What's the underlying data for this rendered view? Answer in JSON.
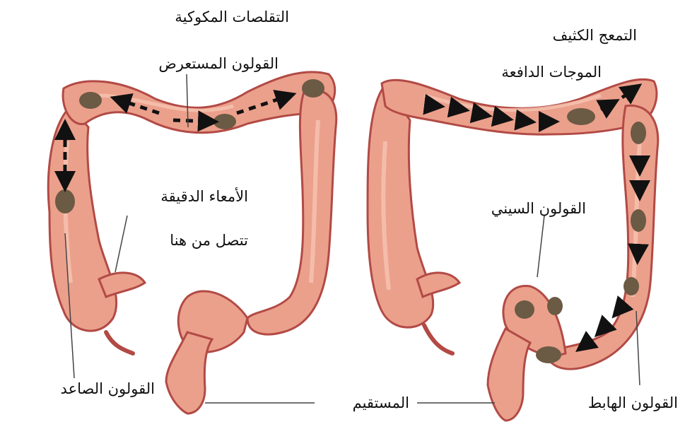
{
  "labels": {
    "haustral_contractions": "التقلصات المكوكية",
    "transverse_colon": "القولون المستعرض",
    "small_intestine_line1": "الأمعاء الدقيقة",
    "small_intestine_line2": "تتصل من هنا",
    "ascending_colon": "القولون الصاعد",
    "rectum": "المستقيم",
    "mass_movement_line1": "التمعج الكثيف",
    "mass_movement_line2": "الموجات الدافعة",
    "sigmoid_colon": "القولون السيني",
    "descending_colon": "القولون الهابط"
  },
  "colors": {
    "colon_fill": "#eba08c",
    "colon_outline": "#b24a45",
    "colon_highlight": "#f6c4b2",
    "stool": "#6b5a44",
    "arrow": "#111111",
    "leader_line": "#444444"
  },
  "icons": {
    "arrow": "arrow-icon",
    "stool": "stool-icon"
  }
}
